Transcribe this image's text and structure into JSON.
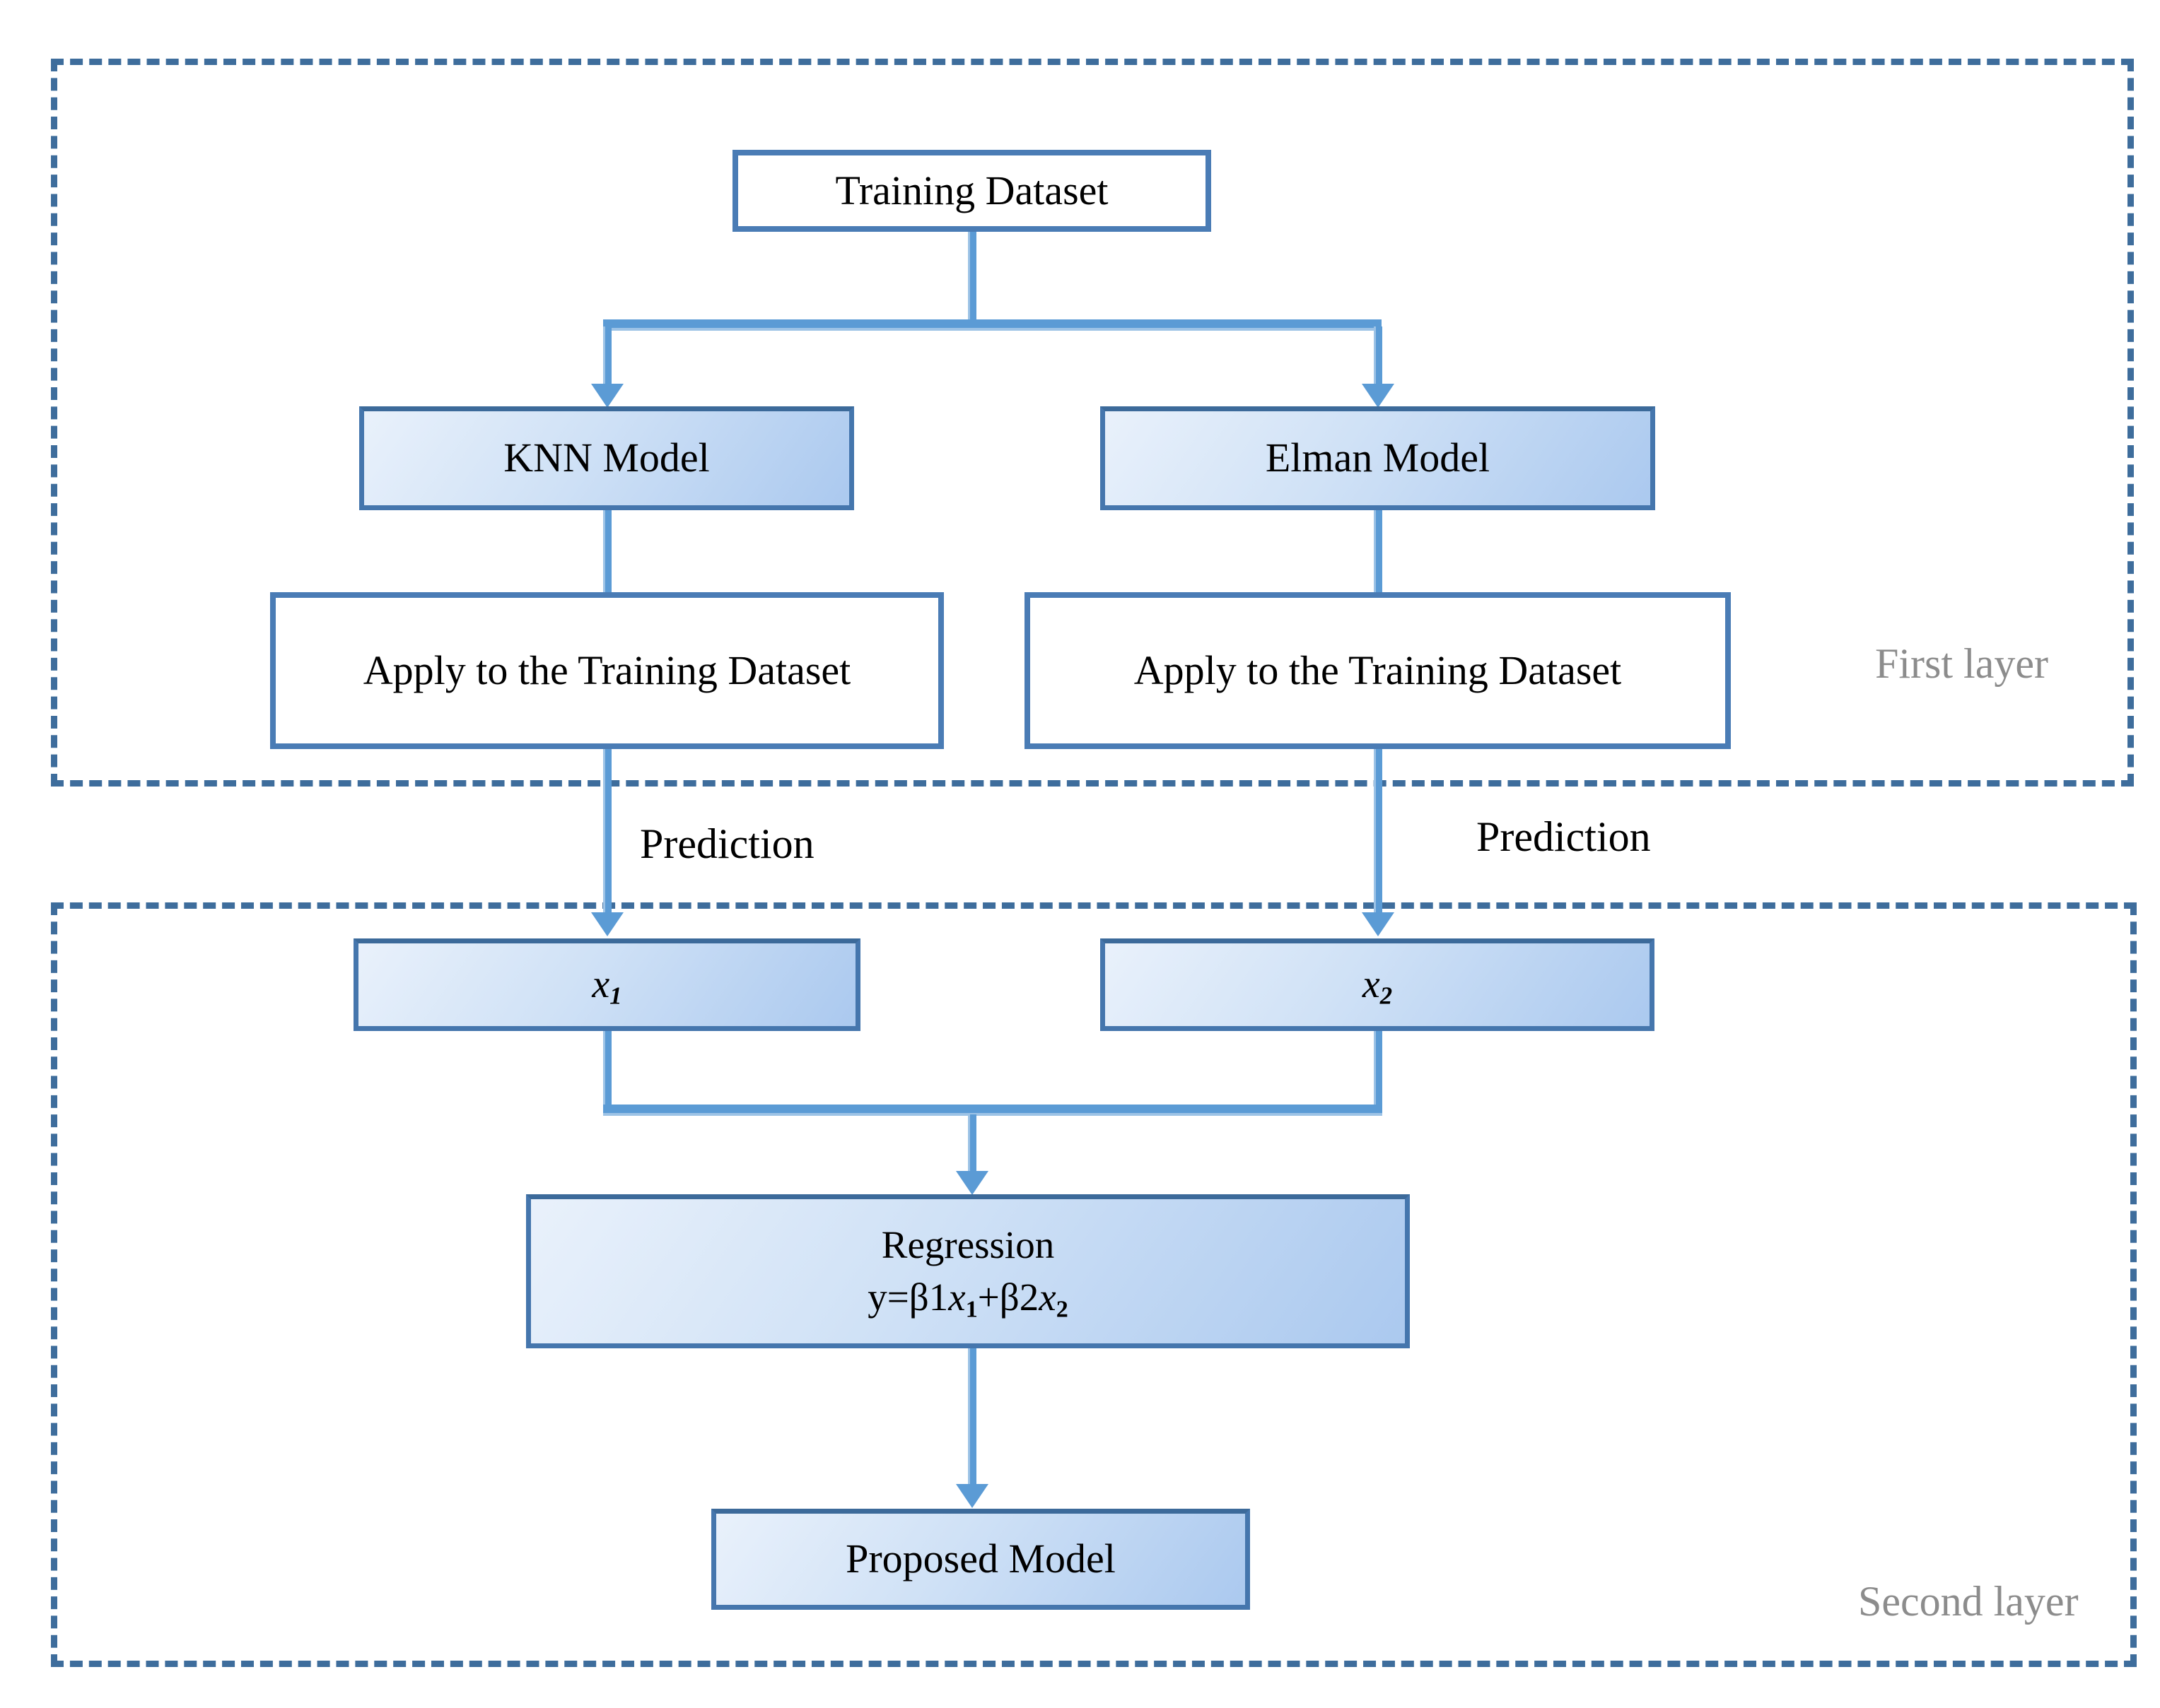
{
  "diagram": {
    "title_semantic": "Two-layer stacking model flowchart",
    "colors": {
      "connector": "#5b9bd5",
      "connector_highlight": "#9dc3e6",
      "node_border": "#4576ad",
      "node_gradient_start": "#e9f1fb",
      "node_gradient_end": "#abc9ef",
      "layer_dash_border": "#3e6d9c",
      "layer_label_text": "#8c8c8c",
      "node_text": "#000000"
    },
    "layers": {
      "first": {
        "label": "First layer"
      },
      "second": {
        "label": "Second layer"
      }
    },
    "nodes": {
      "training": {
        "label": "Training Dataset"
      },
      "knn": {
        "label": "KNN Model"
      },
      "elman": {
        "label": "Elman Model"
      },
      "apply_left": {
        "label": "Apply to the Training Dataset"
      },
      "apply_right": {
        "label": "Apply to the Training Dataset"
      },
      "x1": {
        "base": "x",
        "sub": "1"
      },
      "x2": {
        "base": "x",
        "sub": "2"
      },
      "regression": {
        "line1": "Regression",
        "formula": {
          "pre": "y=β1",
          "x1": "x",
          "s1": "1",
          "mid": "+β2",
          "x2": "x",
          "s2": "2"
        }
      },
      "proposed": {
        "label": "Proposed Model"
      }
    },
    "edge_labels": {
      "prediction_left": "Prediction",
      "prediction_right": "Prediction"
    }
  }
}
